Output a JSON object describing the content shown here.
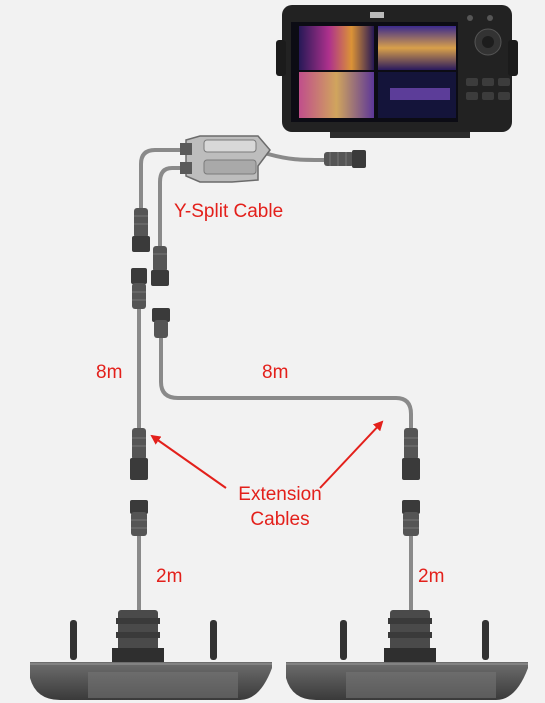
{
  "labels": {
    "y_split": "Y-Split Cable",
    "left_extension_length": "8m",
    "right_extension_length": "8m",
    "extension_line1": "Extension",
    "extension_line2": "Cables",
    "left_transducer_length": "2m",
    "right_transducer_length": "2m"
  },
  "colors": {
    "label": "#e3201b",
    "background": "#f2f2f2",
    "cable": "#8a8a8a",
    "connector": "#555555",
    "transducer": "#3f3f3f"
  },
  "icons": {
    "display": "chartplotter-display-icon",
    "arrow": "red-arrow-icon"
  }
}
